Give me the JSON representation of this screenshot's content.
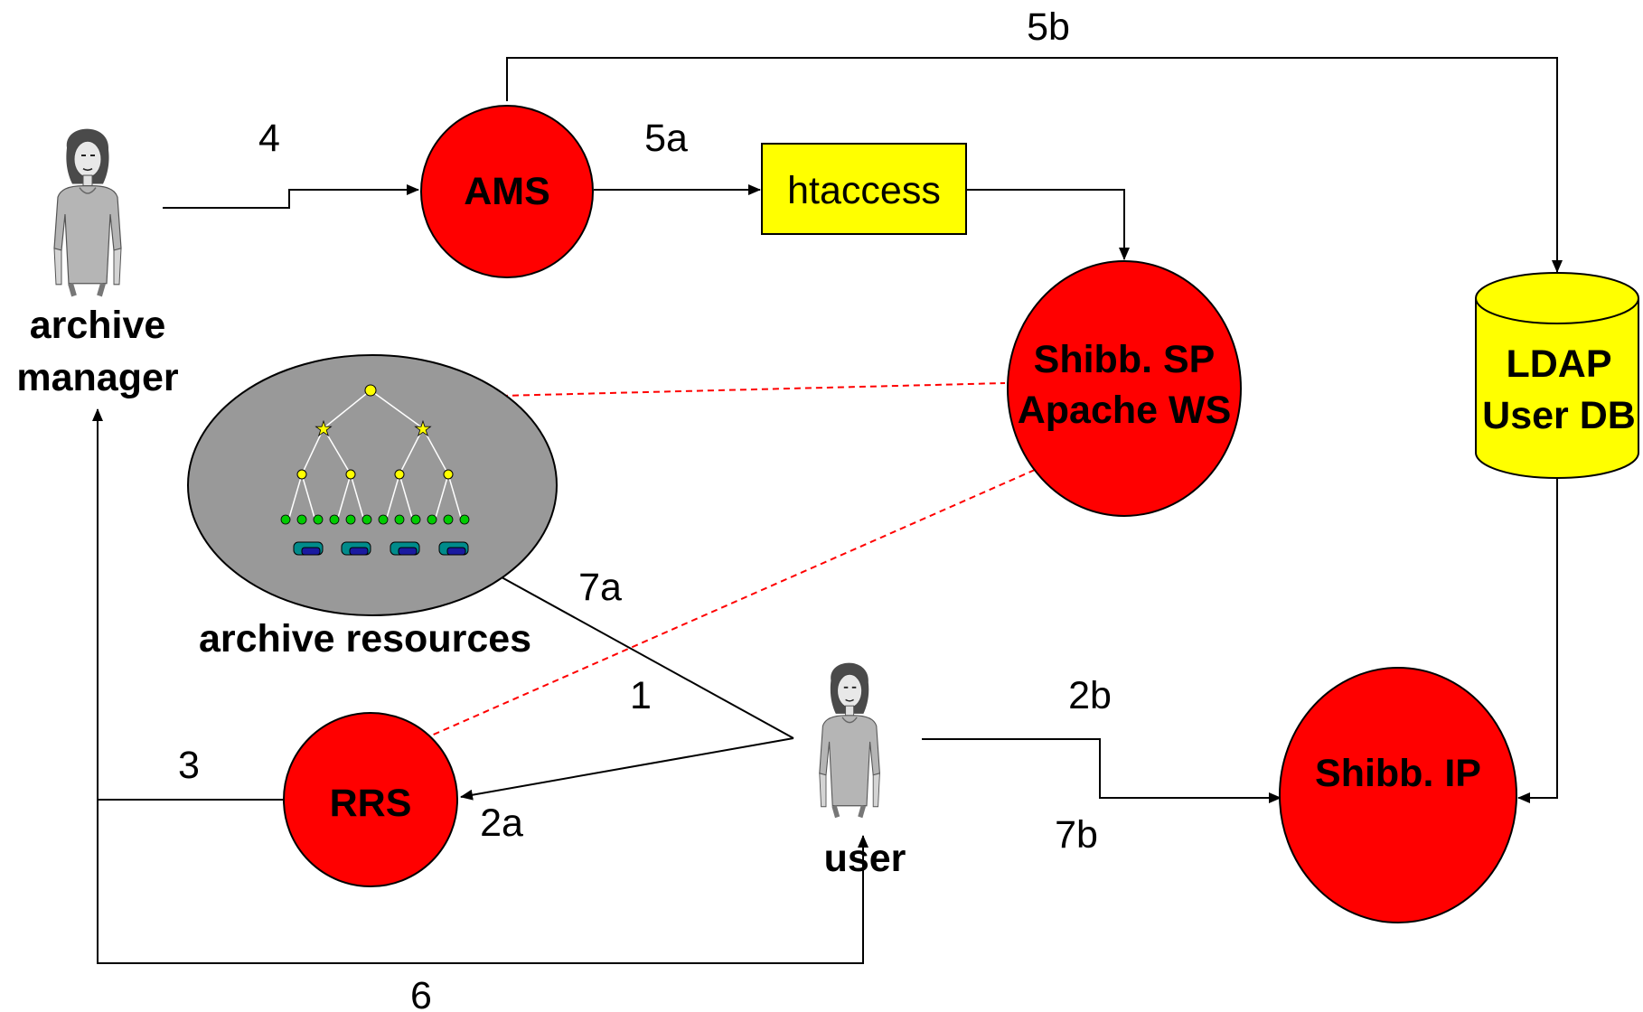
{
  "nodes": {
    "ams": "AMS",
    "htaccess": "htaccess",
    "shibb_sp": [
      "Shibb. SP",
      "Apache WS"
    ],
    "ldap": [
      "LDAP",
      "User DB"
    ],
    "shibb_ip": "Shibb. IP",
    "rrs": "RRS",
    "archive_resources": "archive resources"
  },
  "actors": {
    "archive_manager": [
      "archive",
      "manager"
    ],
    "user": "user"
  },
  "edges": {
    "step_1": "1",
    "step_2a": "2a",
    "step_2b": "2b",
    "step_3": "3",
    "step_4": "4",
    "step_5a": "5a",
    "step_5b": "5b",
    "step_6": "6",
    "step_7a": "7a",
    "step_7b": "7b"
  },
  "colors": {
    "server": "#ff0000",
    "store": "#ffff00",
    "archive": "#999999",
    "dashed_link": "#ff0000"
  },
  "icons": {
    "archive_manager": "person-icon",
    "user": "person-icon",
    "archive_resources": "tree-hierarchy-icon"
  }
}
